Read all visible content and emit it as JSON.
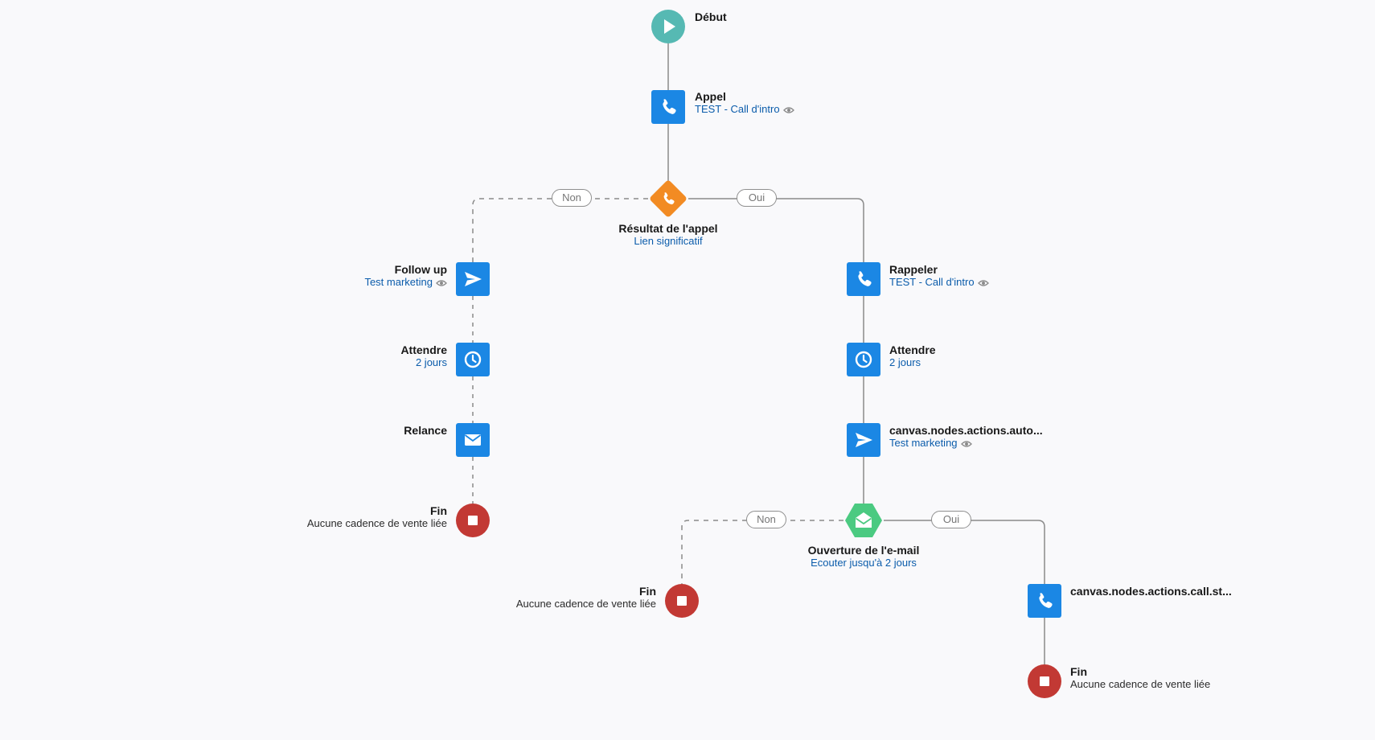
{
  "start": {
    "title": "Début"
  },
  "call": {
    "title": "Appel",
    "sub": "TEST - Call d'intro"
  },
  "decision1": {
    "title": "Résultat de l'appel",
    "sub": "Lien significatif",
    "no": "Non",
    "yes": "Oui"
  },
  "left": {
    "followup": {
      "title": "Follow up",
      "sub": "Test marketing"
    },
    "wait": {
      "title": "Attendre",
      "sub": "2 jours"
    },
    "relance": {
      "title": "Relance"
    },
    "end": {
      "title": "Fin",
      "sub": "Aucune cadence de vente liée"
    }
  },
  "right": {
    "recall": {
      "title": "Rappeler",
      "sub": "TEST - Call d'intro"
    },
    "wait": {
      "title": "Attendre",
      "sub": "2 jours"
    },
    "auto": {
      "title": "canvas.nodes.actions.auto...",
      "sub": "Test marketing"
    },
    "decision2": {
      "title": "Ouverture de l'e-mail",
      "sub": "Ecouter jusqu'à 2 jours",
      "no": "Non",
      "yes": "Oui"
    },
    "end_no": {
      "title": "Fin",
      "sub": "Aucune cadence de vente liée"
    },
    "callst": {
      "title": "canvas.nodes.actions.call.st..."
    },
    "end_yes": {
      "title": "Fin",
      "sub": "Aucune cadence de vente liée"
    }
  },
  "colors": {
    "action": "#1b87e4",
    "start": "#56b9b3",
    "end": "#c23934",
    "call_decision": "#f28b23",
    "email_decision": "#4bca81",
    "link": "#0b5cab"
  }
}
